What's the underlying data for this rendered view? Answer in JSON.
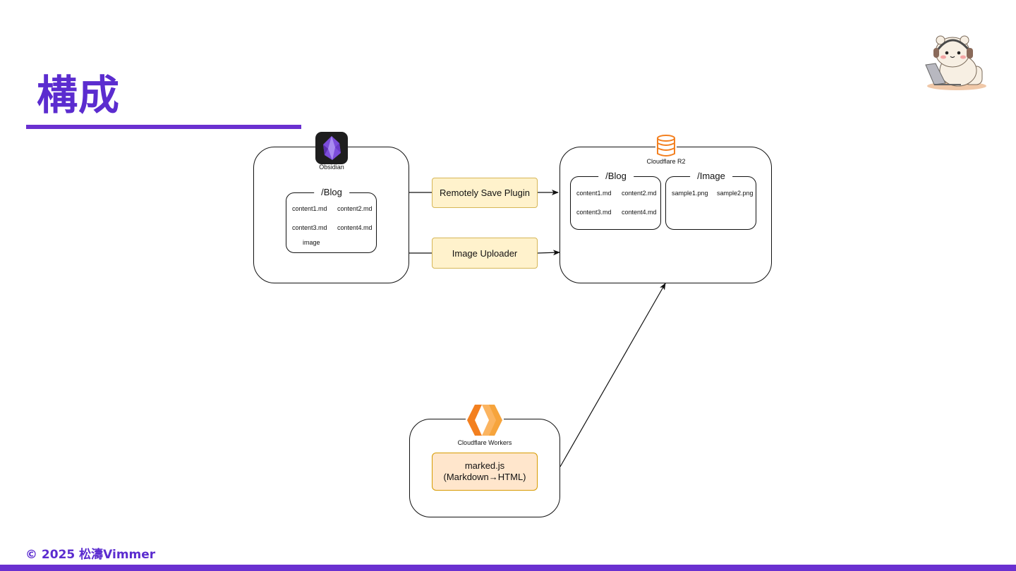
{
  "slide": {
    "title": "構成",
    "footer": "© 2025 松濤Vimmer"
  },
  "colors": {
    "accent": "#6a30d0",
    "plugin_fill": "#fff2cc",
    "plugin_border": "#d6b656",
    "worker_fill": "#ffe6cc",
    "worker_border": "#d79b00",
    "cloudflare_orange": "#f38020"
  },
  "obsidian": {
    "icon": "obsidian-icon",
    "caption": "Obsidian",
    "folder": {
      "label": "/Blog",
      "files": [
        "content1.md",
        "content2.md",
        "content3.md",
        "content4.md",
        "image"
      ]
    }
  },
  "connectors": {
    "remotely_save": "Remotely Save Plugin",
    "image_uploader": "Image Uploader"
  },
  "r2": {
    "icon": "database-icon",
    "caption": "Cloudflare R2",
    "blog_folder": {
      "label": "/Blog",
      "files": [
        "content1.md",
        "content2.md",
        "content3.md",
        "content4.md"
      ]
    },
    "image_folder": {
      "label": "/Image",
      "files": [
        "sample1.png",
        "sample2.png"
      ]
    }
  },
  "workers": {
    "icon": "cloudflare-workers-icon",
    "caption": "Cloudflare Workers",
    "component": {
      "line1": "marked.js",
      "line2": "(Markdown→HTML)"
    }
  },
  "mascot": {
    "icon": "mascot-bear-icon"
  }
}
